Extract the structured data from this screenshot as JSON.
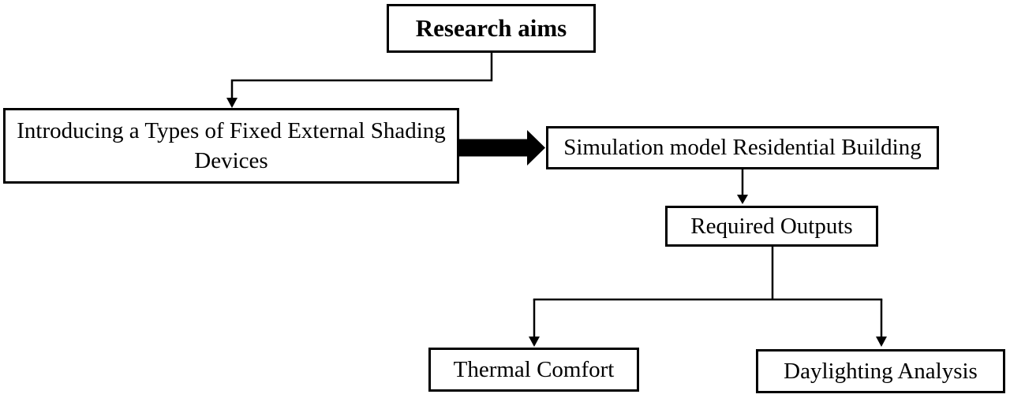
{
  "diagram": {
    "nodes": {
      "research_aims": {
        "label": "Research aims"
      },
      "shading_devices": {
        "label": "Introducing a Types of Fixed External Shading Devices"
      },
      "simulation_model": {
        "label": "Simulation model Residential Building"
      },
      "required_outputs": {
        "label": "Required Outputs"
      },
      "thermal_comfort": {
        "label": "Thermal Comfort"
      },
      "daylighting_analysis": {
        "label": "Daylighting Analysis"
      }
    },
    "edges": [
      {
        "from": "research_aims",
        "to": "shading_devices",
        "style": "thin-elbow-arrow"
      },
      {
        "from": "shading_devices",
        "to": "simulation_model",
        "style": "thick-block-arrow"
      },
      {
        "from": "simulation_model",
        "to": "required_outputs",
        "style": "thin-arrow"
      },
      {
        "from": "required_outputs",
        "to": "thermal_comfort",
        "style": "thin-branch-arrow"
      },
      {
        "from": "required_outputs",
        "to": "daylighting_analysis",
        "style": "thin-branch-arrow"
      }
    ],
    "colors": {
      "line": "#000000",
      "box_border": "#000000",
      "box_fill": "#ffffff",
      "text": "#000000",
      "background": "#ffffff"
    }
  }
}
